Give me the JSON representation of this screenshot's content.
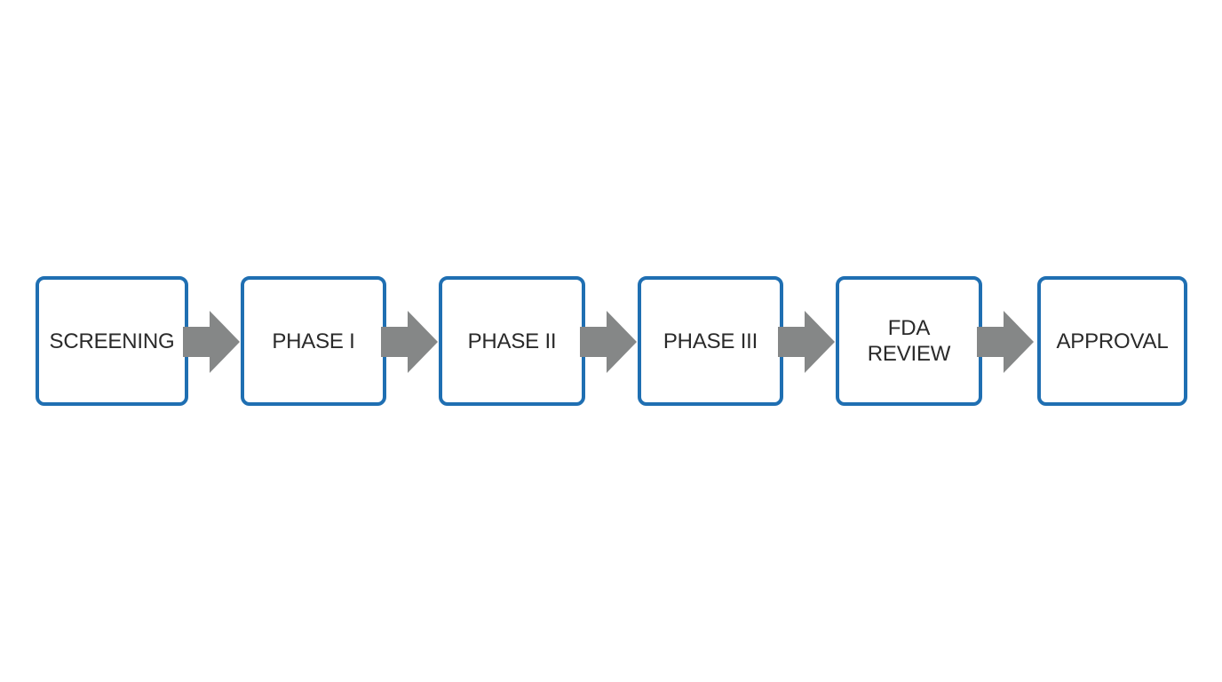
{
  "stages": [
    {
      "label": "SCREENING"
    },
    {
      "label": "PHASE I"
    },
    {
      "label": "PHASE II"
    },
    {
      "label": "PHASE III"
    },
    {
      "label": "FDA\nREVIEW"
    },
    {
      "label": "APPROVAL"
    }
  ],
  "connector": {
    "icon": "right-arrow-icon",
    "count": 5
  },
  "colors": {
    "box_border": "#1f6fb2",
    "arrow_fill": "#858787",
    "text": "#2a2a2a",
    "background": "#ffffff"
  }
}
